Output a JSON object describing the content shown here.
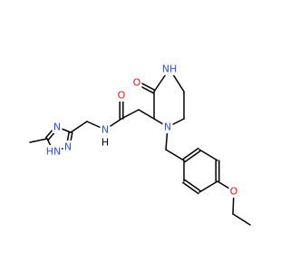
{
  "colors": {
    "bond": "#000000",
    "N": "#3050F8",
    "O": "#FF0D0D",
    "C": "#000000",
    "background": "#FFFFFF"
  },
  "atom_labels": {
    "N_amide": "N",
    "H_amide": "H",
    "O_amide": "O",
    "O_lactam": "O",
    "NH_lactam": "NH",
    "N_ring": "N",
    "O_ether": "O",
    "N_triazole_top": "N",
    "N_triazole_N": "N",
    "HN_triazole": "HN"
  }
}
